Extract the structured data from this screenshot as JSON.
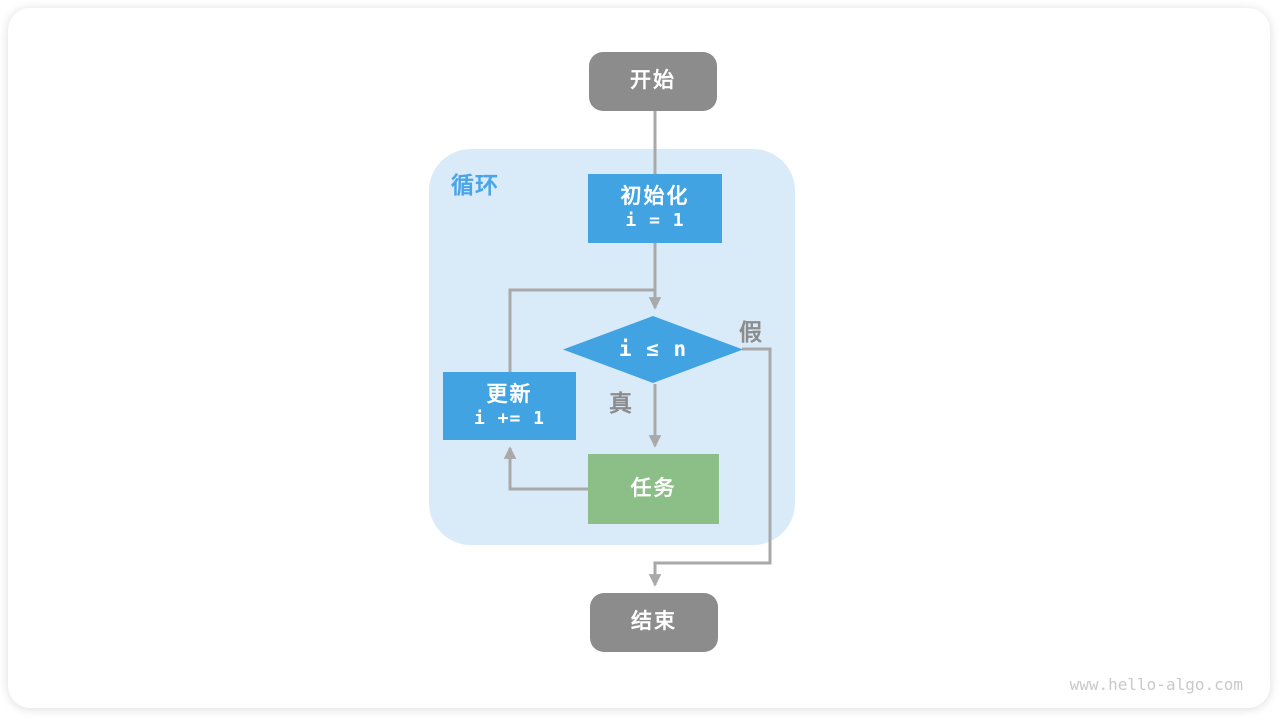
{
  "page": {
    "watermark": "www.hello-algo.com"
  },
  "flowchart": {
    "type": "loop-flowchart",
    "loop_container": {
      "label": "循环",
      "fill": "#d9eaf8",
      "label_color": "#4aa5e8"
    },
    "nodes": {
      "start": {
        "label": "开始",
        "shape": "rounded-rect",
        "fill": "#8c8c8c",
        "text_color": "#ffffff"
      },
      "init": {
        "label": "初始化",
        "code": "i = 1",
        "shape": "rect",
        "fill": "#42a3e3",
        "text_color": "#ffffff"
      },
      "condition": {
        "code": "i ≤ n",
        "shape": "diamond",
        "fill": "#42a3e3",
        "text_color": "#ffffff"
      },
      "update": {
        "label": "更新",
        "code": "i += 1",
        "shape": "rect",
        "fill": "#42a3e3",
        "text_color": "#ffffff"
      },
      "task": {
        "label": "任务",
        "shape": "rect",
        "fill": "#8cbe87",
        "text_color": "#ffffff"
      },
      "end": {
        "label": "结束",
        "shape": "rounded-rect",
        "fill": "#8c8c8c",
        "text_color": "#ffffff"
      }
    },
    "edges": {
      "true_label": "真",
      "false_label": "假",
      "label_color": "#8c8c8c",
      "line_color": "#a9a9a9",
      "flow": [
        "start -> init",
        "init -> condition",
        "condition -(真)-> task",
        "task -> update",
        "update -> condition",
        "condition -(假)-> end"
      ]
    }
  }
}
